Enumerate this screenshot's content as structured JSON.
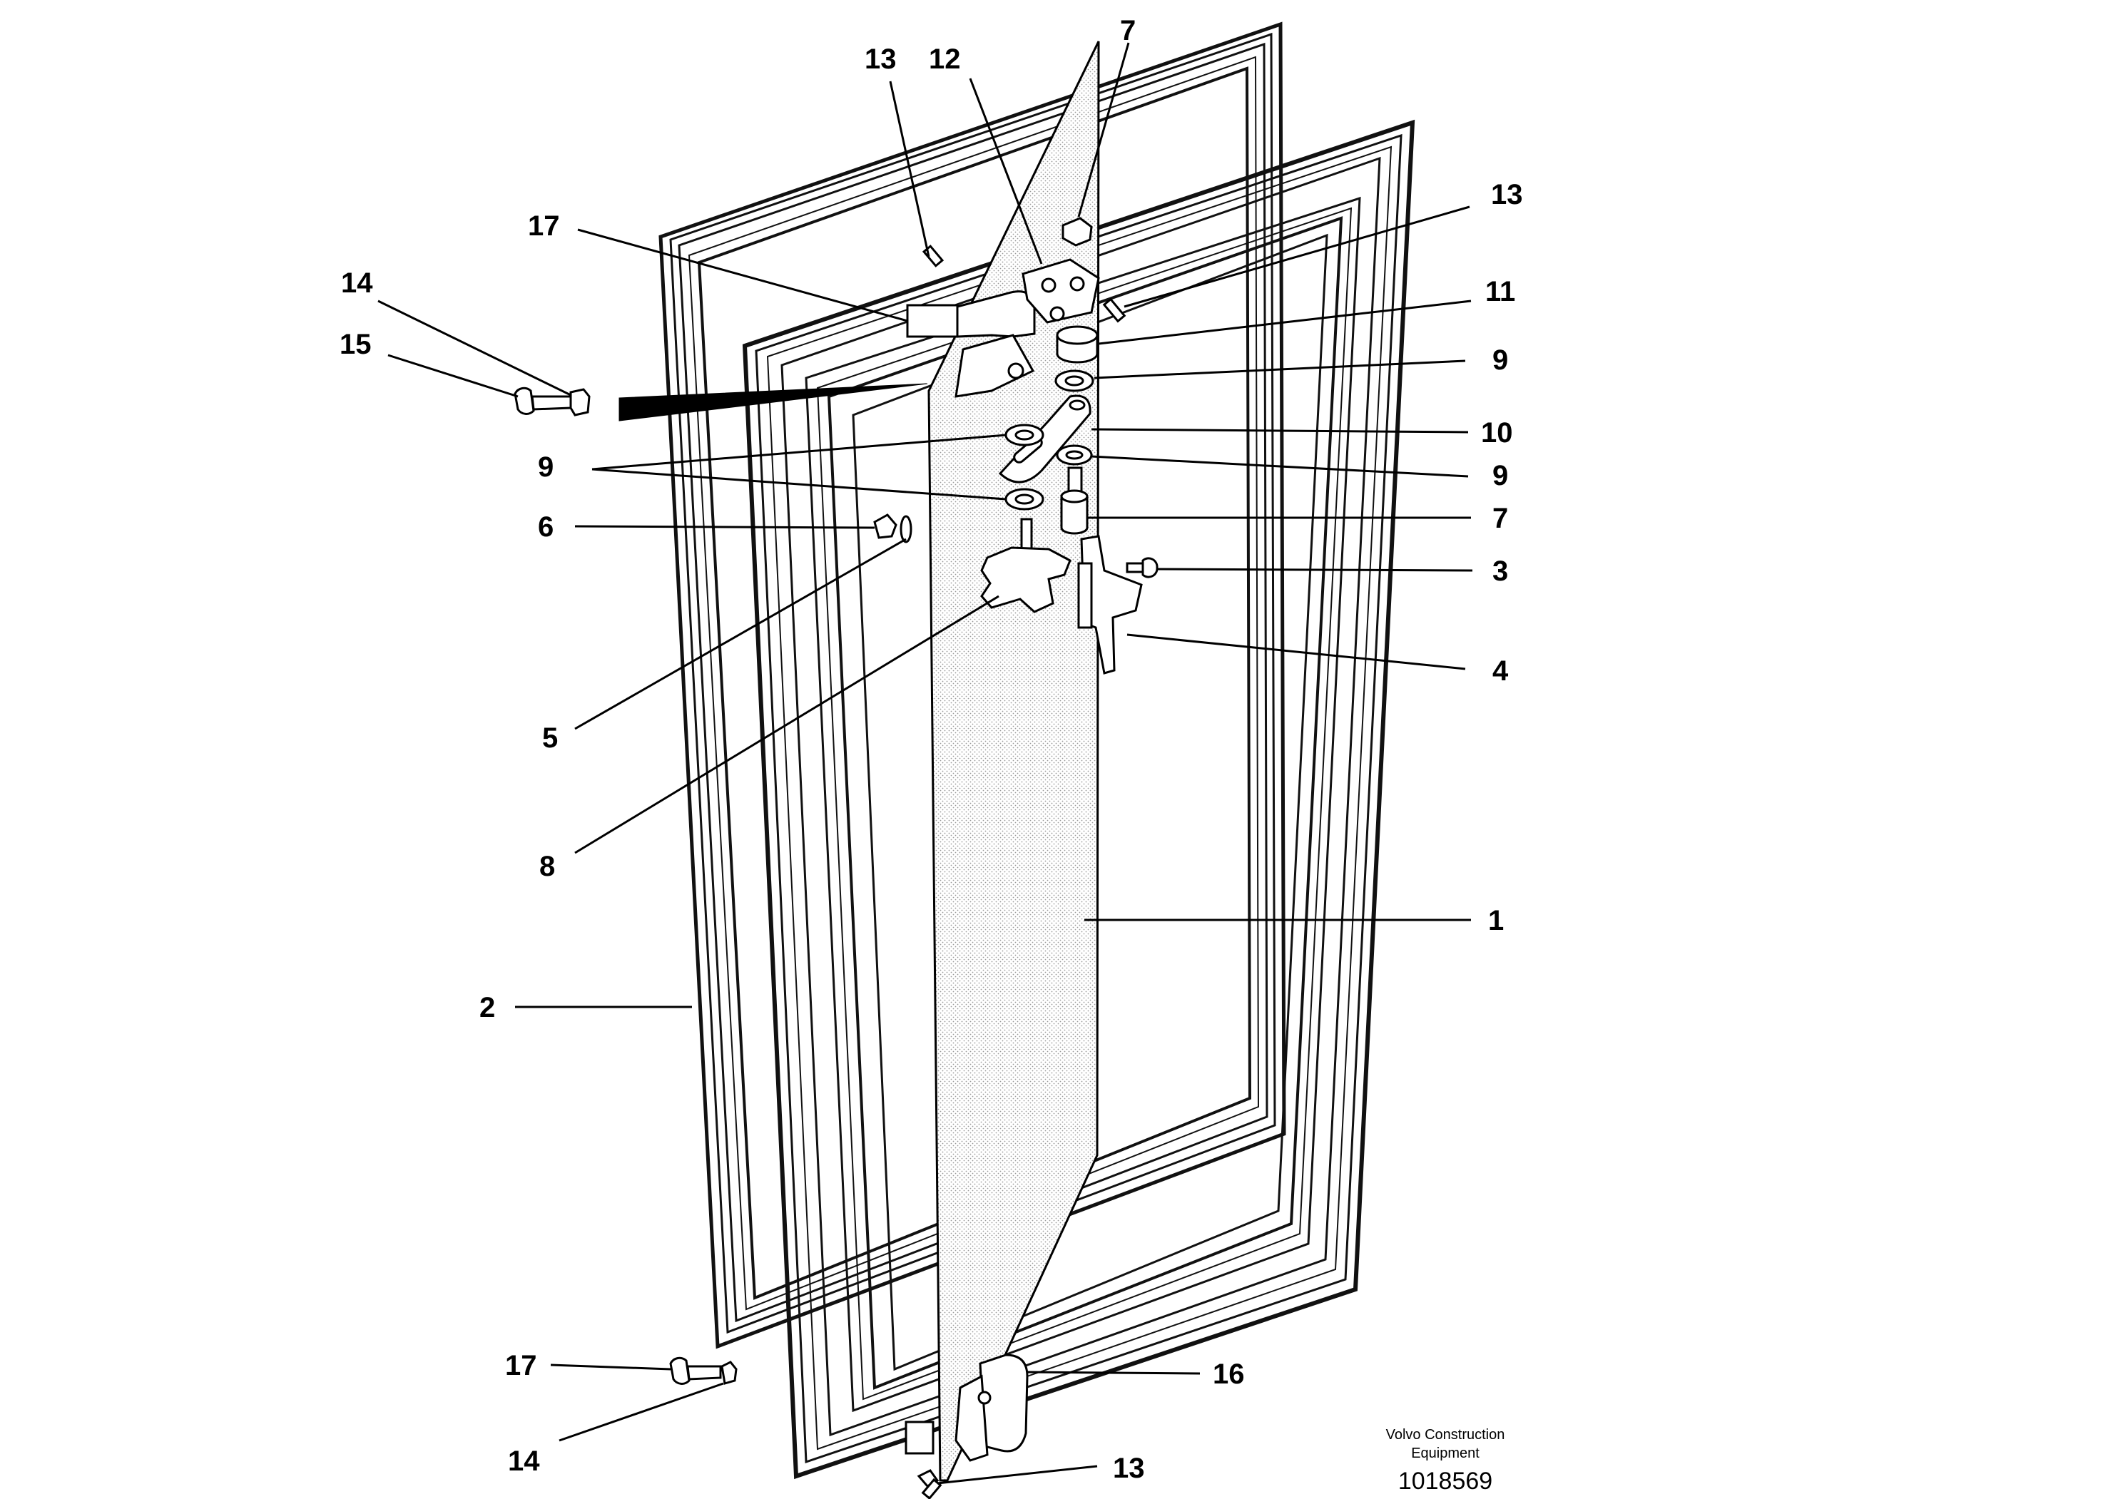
{
  "figure": {
    "callouts": [
      {
        "id": "c13a",
        "label": "13"
      },
      {
        "id": "c12",
        "label": "12"
      },
      {
        "id": "c7a",
        "label": "7"
      },
      {
        "id": "c13b",
        "label": "13"
      },
      {
        "id": "c17a",
        "label": "17"
      },
      {
        "id": "c11",
        "label": "11"
      },
      {
        "id": "c14a",
        "label": "14"
      },
      {
        "id": "c15",
        "label": "15"
      },
      {
        "id": "c9a",
        "label": "9"
      },
      {
        "id": "c10",
        "label": "10"
      },
      {
        "id": "c9b",
        "label": "9"
      },
      {
        "id": "c9c",
        "label": "9"
      },
      {
        "id": "c7b",
        "label": "7"
      },
      {
        "id": "c6",
        "label": "6"
      },
      {
        "id": "c3",
        "label": "3"
      },
      {
        "id": "c4",
        "label": "4"
      },
      {
        "id": "c5",
        "label": "5"
      },
      {
        "id": "c8",
        "label": "8"
      },
      {
        "id": "c1",
        "label": "1"
      },
      {
        "id": "c2",
        "label": "2"
      },
      {
        "id": "c17b",
        "label": "17"
      },
      {
        "id": "c16",
        "label": "16"
      },
      {
        "id": "c14b",
        "label": "14"
      },
      {
        "id": "c13c",
        "label": "13"
      }
    ]
  },
  "footer": {
    "publisher_line1": "Volvo Construction",
    "publisher_line2": "Equipment",
    "drawing_number": "1018569"
  }
}
